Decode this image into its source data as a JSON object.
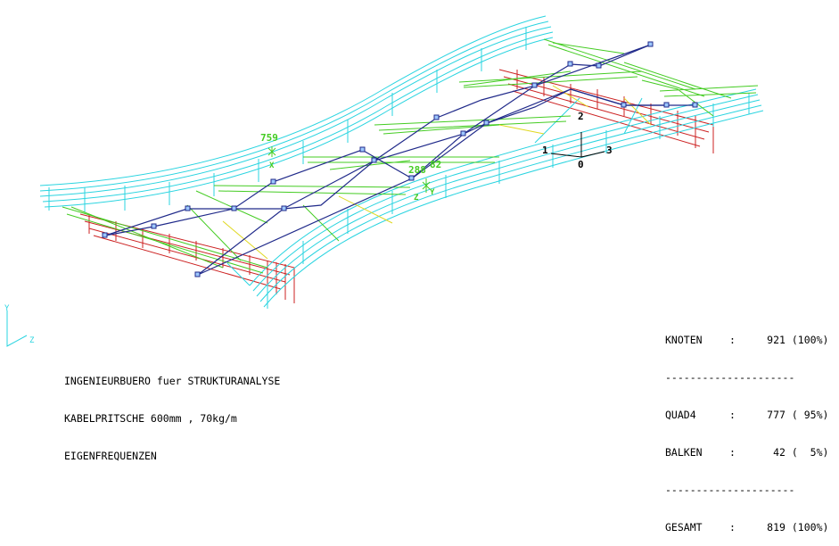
{
  "header_lines": [
    "INGENIEURBUERO fuer STRUKTURANALYSE",
    "KABELPRITSCHE 600mm , 70kg/m",
    "EIGENFREQUENZEN"
  ],
  "stats": {
    "rows": [
      {
        "label": "KNOTEN",
        "value": "921",
        "pct": "(100%)"
      },
      {
        "label": "QUAD4",
        "value": "777",
        "pct": "( 95%)"
      },
      {
        "label": "BALKEN",
        "value": "42",
        "pct": "(  5%)"
      },
      {
        "label": "GESAMT",
        "value": "819",
        "pct": "(100%)"
      }
    ],
    "separator": "---------------------"
  },
  "node_labels": [
    "759",
    "288",
    "82"
  ],
  "node_axis_letters": {
    "x": "X",
    "y": "Y",
    "z": "Z"
  },
  "triad": {
    "one": "1",
    "two": "2",
    "three": "3",
    "zero": "0"
  },
  "corner_axes": {
    "y": "Y",
    "z": "Z"
  },
  "colors": {
    "cyan": "#2ad4e0",
    "green": "#44cc22",
    "red": "#cc2222",
    "yellow": "#e0d820",
    "navy": "#202a8a",
    "node_label": "#44cc22"
  }
}
